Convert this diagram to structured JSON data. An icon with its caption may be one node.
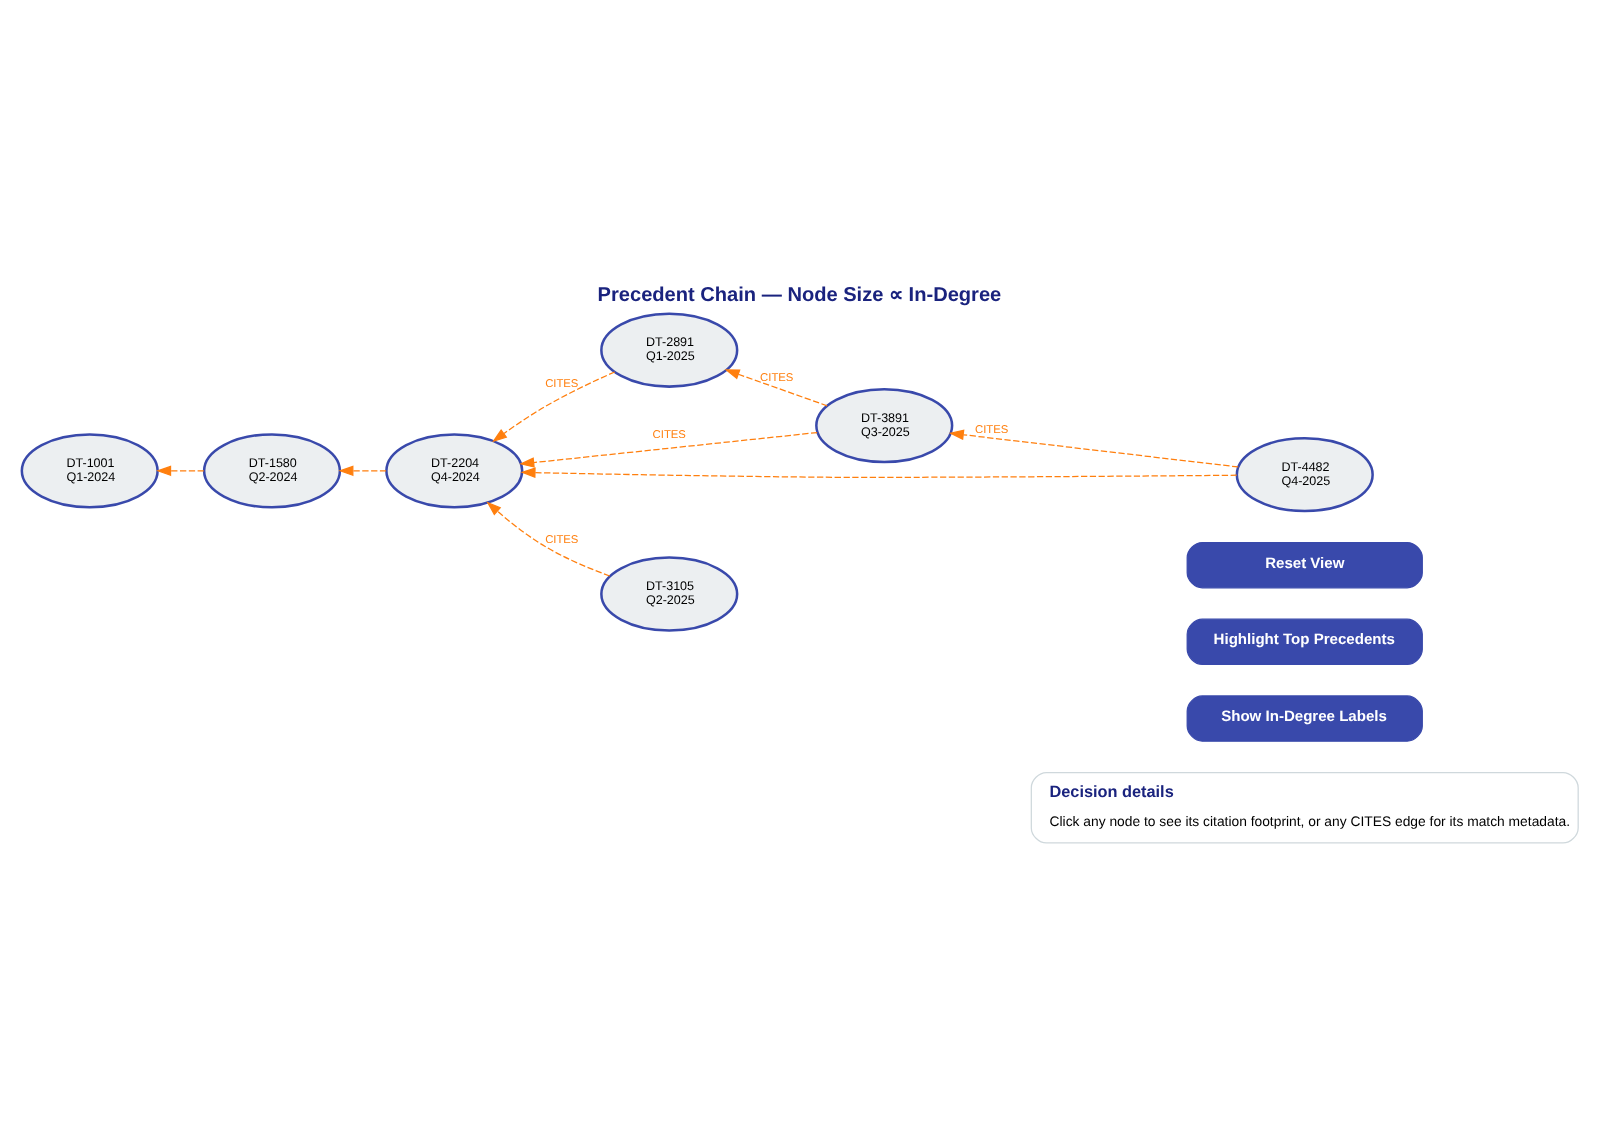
{
  "diagram": {
    "title": "Precedent Chain — Node Size ∝ In-Degree",
    "nodes": [
      {
        "text": [
          "Decision details",
          "Click any node to see its citation footprint, or any CITES edge for its match metadata."
        ]
      },
      {
        "text": [
          "Show In-Degree Labels"
        ]
      },
      {
        "text": [
          "Highlight Top Precedents"
        ]
      },
      {
        "text": [
          "Reset View"
        ]
      },
      {
        "text": [
          "DT-2891 Q1-2025"
        ]
      },
      {
        "text": [
          "DT-3891 Q3-2025"
        ]
      },
      {
        "text": [
          "DT-1001 Q1-2024"
        ]
      },
      {
        "text": [
          "DT-1580 Q2-2024"
        ]
      },
      {
        "text": [
          "DT-2204 Q4-2024"
        ]
      },
      {
        "text": [
          "DT-4482 Q4-2025"
        ]
      },
      {
        "text": [
          "DT-3105 Q2-2025"
        ]
      }
    ],
    "edges": [
      {
        "from": 7,
        "to": 6,
        "arrow": "to",
        "style": "dashed"
      },
      {
        "from": 8,
        "to": 7,
        "arrow": "to",
        "style": "dashed"
      },
      {
        "from": 4,
        "to": 8,
        "arrow": "to",
        "style": "dashed",
        "label": "CITES"
      },
      {
        "from": 5,
        "to": 8,
        "arrow": "to",
        "style": "dashed",
        "label": "CITES"
      },
      {
        "from": 9,
        "to": 8,
        "arrow": "to",
        "style": "dashed"
      },
      {
        "from": 10,
        "to": 8,
        "arrow": "to",
        "style": "dashed",
        "label": "CITES"
      },
      {
        "from": 5,
        "to": 4,
        "arrow": "to",
        "style": "dashed",
        "label": "CITES"
      },
      {
        "from": 9,
        "to": 5,
        "arrow": "to",
        "style": "dashed",
        "label": "CITES"
      }
    ]
  }
}
